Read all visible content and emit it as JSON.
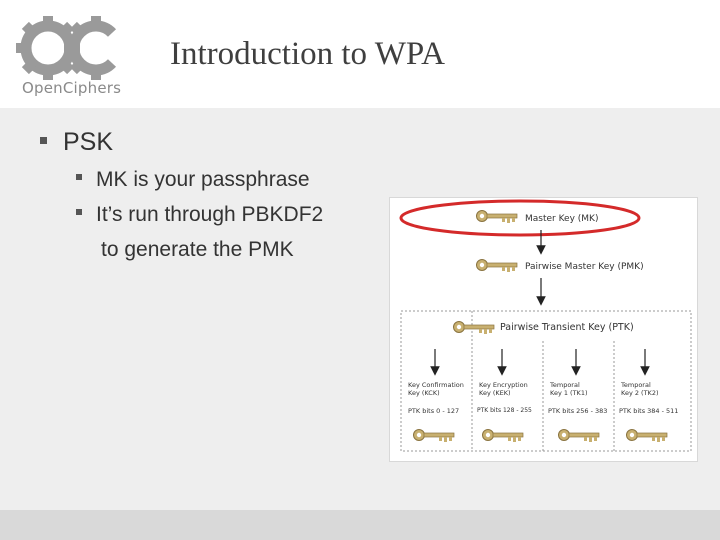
{
  "header": {
    "logo_text": "OpenCiphers",
    "title": "Introduction to WPA"
  },
  "bullets": {
    "level1": "PSK",
    "level2_a": "MK is your passphrase",
    "level2_b_line1": "It’s run through PBKDF2",
    "level2_b_line2": "to generate the PMK"
  },
  "diagram": {
    "master_key": "Master Key (MK)",
    "pmk": "Pairwise Master Key (PMK)",
    "ptk": "Pairwise Transient Key (PTK)",
    "columns": [
      {
        "name_line1": "Key Confirmation",
        "name_line2": "Key (KCK)",
        "bits": "PTK bits 0 - 127"
      },
      {
        "name_line1": "Key Encryption",
        "name_line2": "Key (KEK)",
        "bits": "PTK bits 128 - 255"
      },
      {
        "name_line1": "Temporal",
        "name_line2": "Key 1 (TK1)",
        "bits": "PTK bits 256 - 383"
      },
      {
        "name_line1": "Temporal",
        "name_line2": "Key 2 (TK2)",
        "bits": "PTK bits 384 - 511"
      }
    ],
    "colors": {
      "key": "#c8b070",
      "highlight": "#d42a2a",
      "arrow": "#222222"
    }
  },
  "icons": {
    "logo": "open-ciphers-gear-logo",
    "key": "key-icon",
    "bullet": "square-bullet"
  }
}
